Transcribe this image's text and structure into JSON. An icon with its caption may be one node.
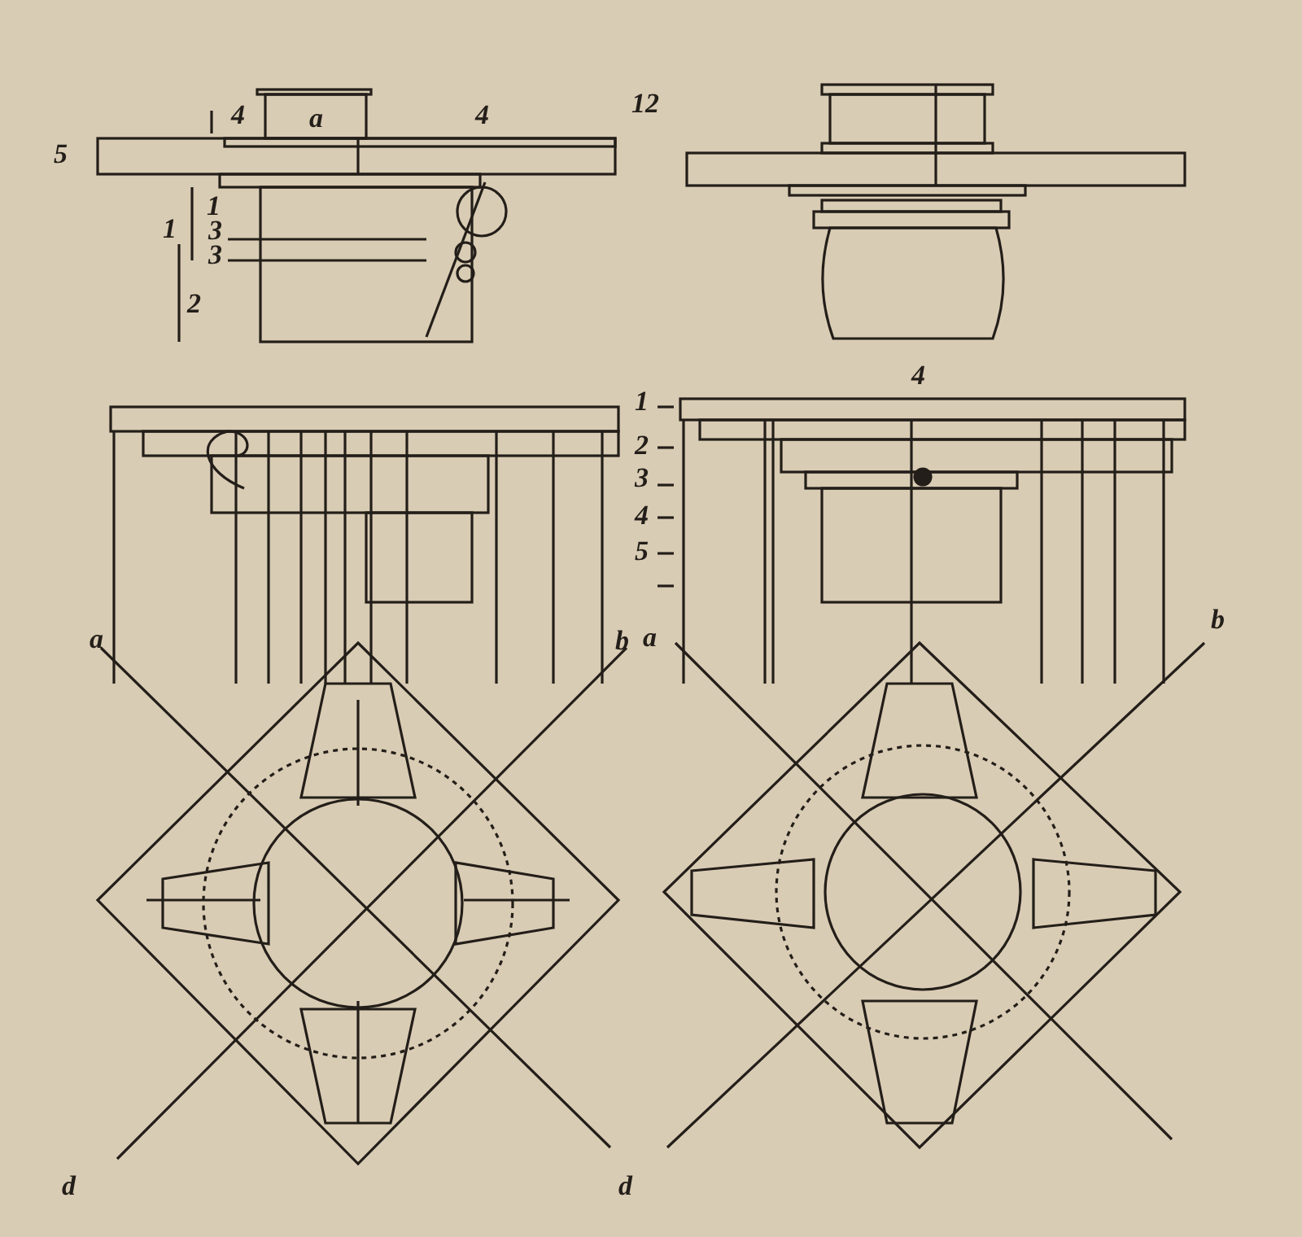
{
  "diagram": {
    "labels": [
      "12",
      "4",
      "a",
      "4",
      "5",
      "1",
      "3",
      "3",
      "1",
      "2",
      "1",
      "4",
      "2",
      "3",
      "4",
      "5",
      "a",
      "b",
      "a",
      "b",
      "d",
      "d"
    ]
  }
}
